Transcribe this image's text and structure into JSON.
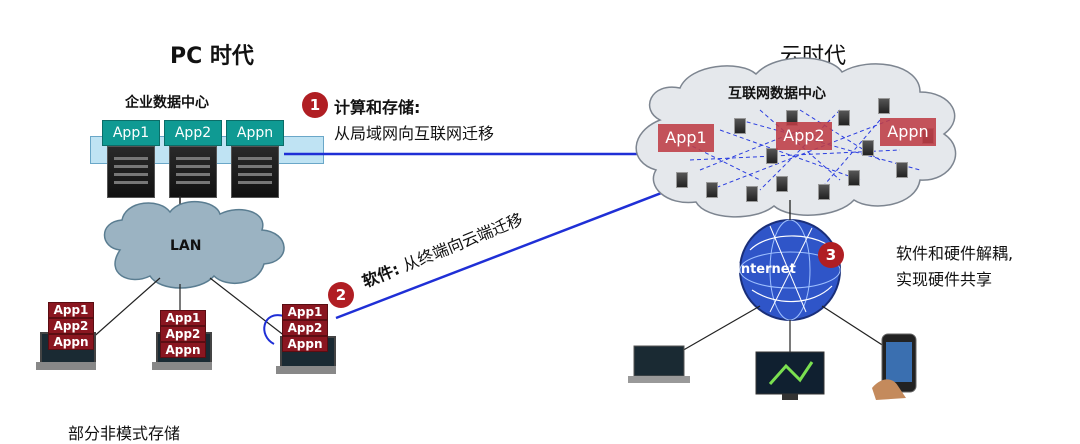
{
  "left": {
    "title": "PC 时代",
    "datacenter_label": "企业数据中心",
    "apps": [
      "App1",
      "App2",
      "Appn"
    ],
    "lan_label": "LAN",
    "laptops": [
      {
        "apps": [
          "App1",
          "App2",
          "Appn"
        ]
      },
      {
        "apps": [
          "App1",
          "App2",
          "Appn"
        ]
      },
      {
        "apps": [
          "App1",
          "App2",
          "Appn"
        ]
      }
    ]
  },
  "right": {
    "title": "云时代",
    "datacenter_label": "互联网数据中心",
    "cloud_apps": [
      "App1",
      "App2",
      "Appn"
    ],
    "internet_label": "Internet"
  },
  "notes": {
    "n1_number": "1",
    "n1_title": "计算和存储:",
    "n1_text": "从局域网向互联网迁移",
    "n2_number": "2",
    "n2_title": "软件:",
    "n2_text": "从终端向云端迁移",
    "n3_number": "3",
    "n3_line1": "软件和硬件解耦,",
    "n3_line2": "实现硬件共享"
  },
  "footer": {
    "text": "部分非模式存储"
  },
  "colors": {
    "teal": "#0f9a93",
    "crimson": "#b01e23",
    "link_blue": "#1f2fd6",
    "dark_red": "#8a1620"
  }
}
